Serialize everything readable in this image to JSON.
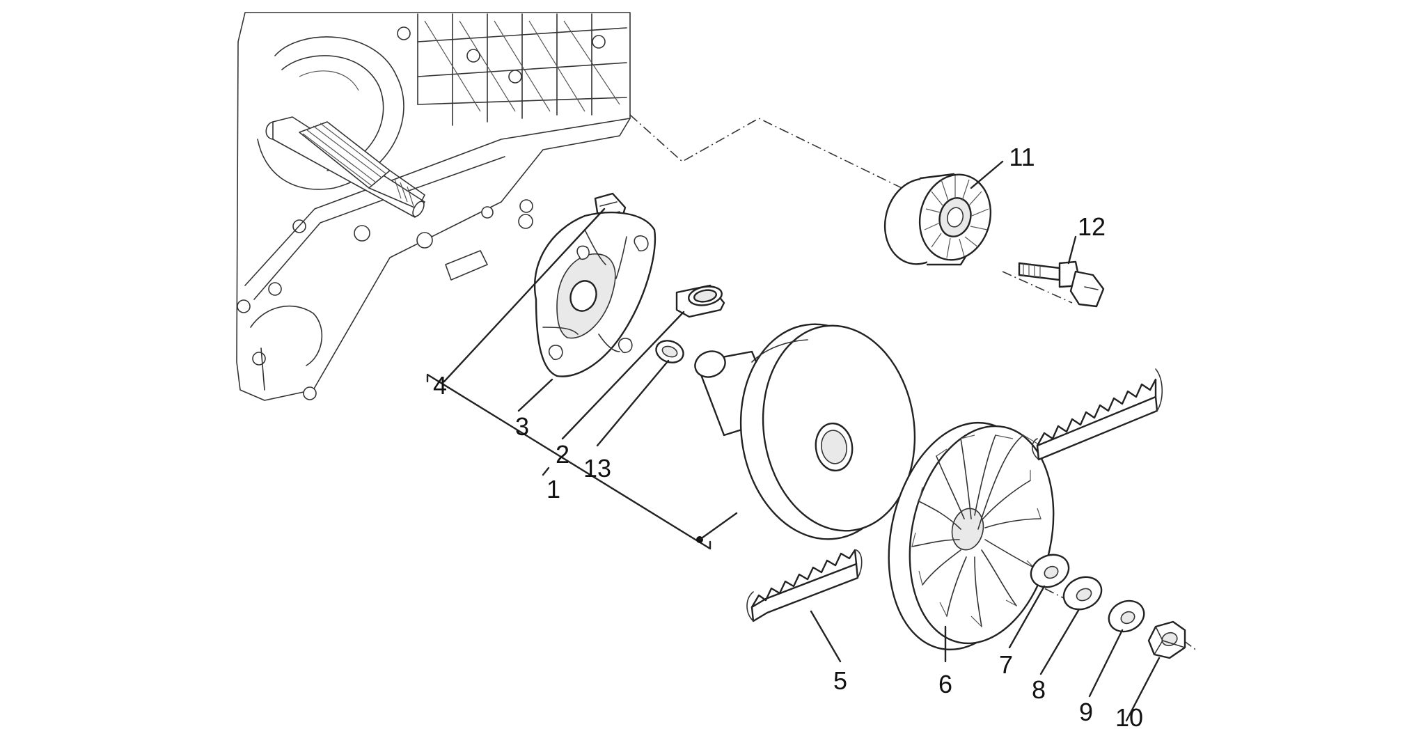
{
  "diagram": {
    "colors": {
      "line": "#222222",
      "background": "#ffffff",
      "shade": "#e9e9e9"
    },
    "callouts": [
      {
        "id": "1",
        "text": "1",
        "part": "driven-pulley-assembly"
      },
      {
        "id": "2",
        "text": "2",
        "part": "bushing"
      },
      {
        "id": "3",
        "text": "3",
        "part": "ramp-plate"
      },
      {
        "id": "4",
        "text": "4",
        "part": "slider"
      },
      {
        "id": "5",
        "text": "5",
        "part": "drive-belt-lower"
      },
      {
        "id": "6",
        "text": "6",
        "part": "fan-pulley-half"
      },
      {
        "id": "7",
        "text": "7",
        "part": "spacer"
      },
      {
        "id": "8",
        "text": "8",
        "part": "washer"
      },
      {
        "id": "9",
        "text": "9",
        "part": "washer"
      },
      {
        "id": "10",
        "text": "10",
        "part": "nut"
      },
      {
        "id": "11",
        "text": "11",
        "part": "idler-roller"
      },
      {
        "id": "12",
        "text": "12",
        "part": "bolt"
      },
      {
        "id": "13",
        "text": "13",
        "part": "roller"
      }
    ]
  }
}
